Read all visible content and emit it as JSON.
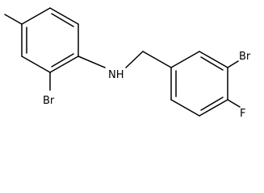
{
  "atom_labels": {
    "nh": "NH",
    "br_left": "Br",
    "br_right": "Br",
    "f": "F"
  },
  "colors": {
    "bond": "#000000",
    "label": "#000000",
    "background": "#ffffff"
  }
}
